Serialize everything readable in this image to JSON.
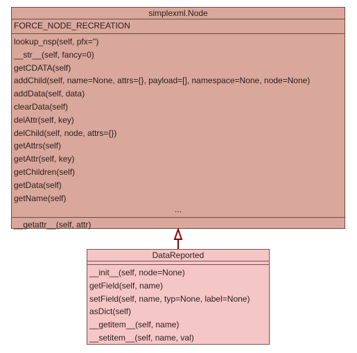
{
  "parent_class": {
    "name": "simplexml.Node",
    "attributes": [
      "FORCE_NODE_RECREATION"
    ],
    "operations": [
      "lookup_nsp(self, pfx='')",
      "__str__(self, fancy=0)",
      "getCDATA(self)",
      "addChild(self, name=None, attrs={}, payload=[], namespace=None, node=None)",
      "addData(self, data)",
      "clearData(self)",
      "delAttr(self, key)",
      "delChild(self, node, attrs={})",
      "getAttrs(self)",
      "getAttr(self, key)",
      "getChildren(self)",
      "getData(self)",
      "getName(self)"
    ],
    "ellipsis": "...",
    "last_operation": "__getattr__(self, attr)"
  },
  "child_class": {
    "name": "DataReported",
    "operations": [
      "__init__(self, node=None)",
      "getField(self, name)",
      "setField(self, name, typ=None, label=None)",
      "asDict(self)",
      "__getitem__(self, name)",
      "__setitem__(self, name, val)"
    ]
  },
  "colors": {
    "parent_fill": "#d9a79b",
    "child_fill": "#f5c6c6",
    "arrow": "#8b0000"
  }
}
